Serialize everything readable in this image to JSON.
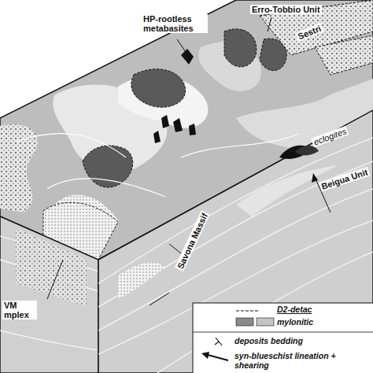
{
  "diagram": {
    "labels": [
      "HP-rootless metabasites",
      "Erro-Tobbio Unit",
      "Sestri",
      "eclogites",
      "Beigua Unit",
      "Savona Massif",
      "VM mplex",
      "D2-detac",
      "mylonitic"
    ],
    "legend": [
      {
        "text": "deposits bedding"
      },
      {
        "text": "syn-blueschist lineation + shearing"
      }
    ]
  }
}
